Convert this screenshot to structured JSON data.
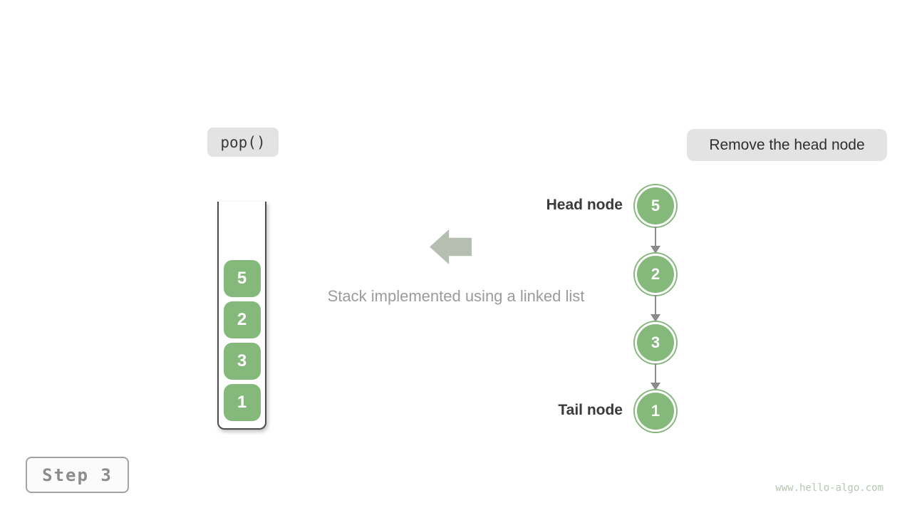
{
  "labels": {
    "operation": "pop()",
    "instruction": "Remove the head node",
    "caption": "Stack implemented using a linked list",
    "head": "Head node",
    "tail": "Tail node",
    "step": "Step 3",
    "watermark": "www.hello-algo.com"
  },
  "stack": {
    "values_top_to_bottom": [
      "5",
      "2",
      "3",
      "1"
    ]
  },
  "linked_list": {
    "values_head_to_tail": [
      "5",
      "2",
      "3",
      "1"
    ]
  },
  "colors": {
    "green": "#85b97b",
    "arrow": "#b6beb2",
    "caption": "#9b9b9b",
    "connector": "#8a8a8a",
    "badge_bg": "#e3e3e3",
    "step": "#8c8c8c",
    "watermark": "#b8c5b4"
  }
}
